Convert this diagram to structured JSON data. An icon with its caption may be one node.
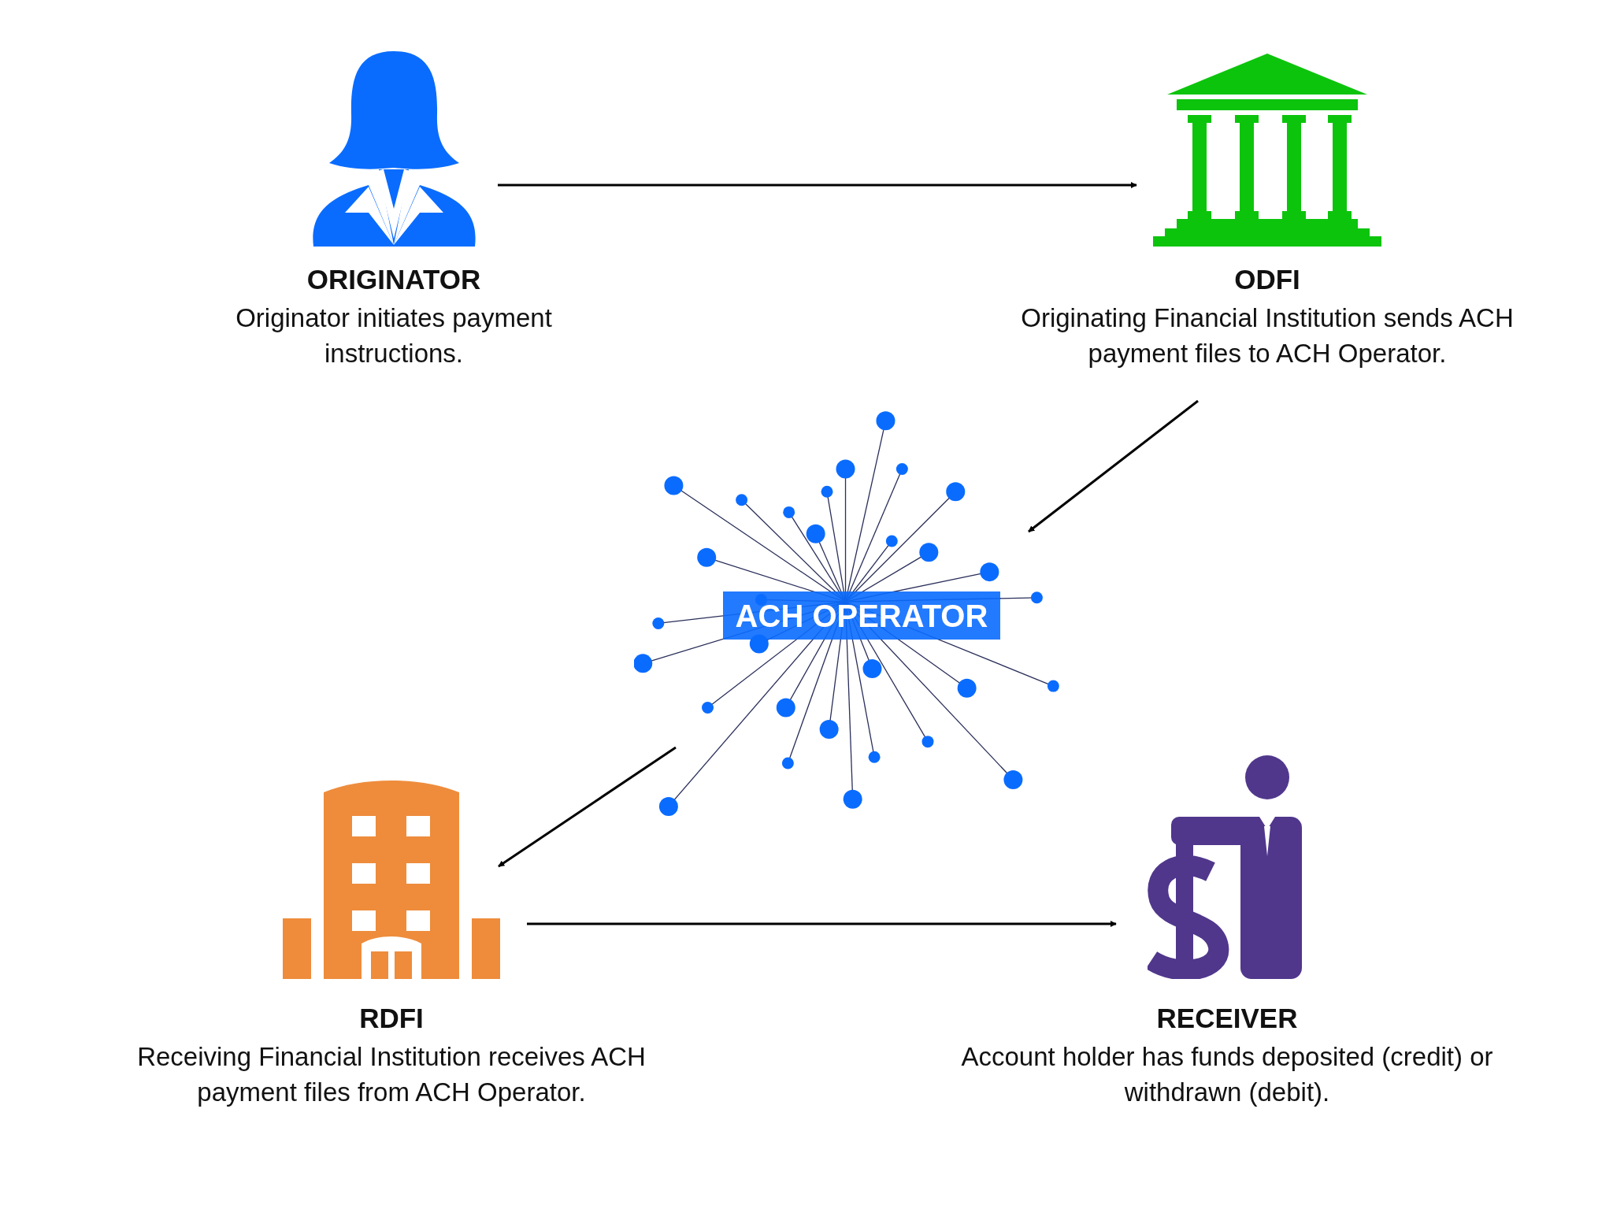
{
  "diagram": {
    "nodes": [
      {
        "text": [
          "ORIGINATOR",
          "Originator initiates payment instructions."
        ]
      },
      {
        "text": [
          "ODFI",
          "Originating Financial Institution sends ACH payment files to ACH Operator."
        ]
      },
      {
        "text": [
          "ACH OPERATOR"
        ]
      },
      {
        "text": [
          "RDFI",
          "Receiving Financial Institution receives ACH payment files from ACH Operator."
        ]
      },
      {
        "text": [
          "RECEIVER",
          "Account holder has funds deposited (credit) or withdrawn (debit)."
        ]
      }
    ],
    "edges": [
      {
        "from": 0,
        "to": 1,
        "arrow": "to"
      },
      {
        "from": 1,
        "to": 2,
        "arrow": "to"
      },
      {
        "from": 2,
        "to": 3,
        "arrow": "to"
      },
      {
        "from": 3,
        "to": 4,
        "arrow": "to"
      }
    ]
  }
}
